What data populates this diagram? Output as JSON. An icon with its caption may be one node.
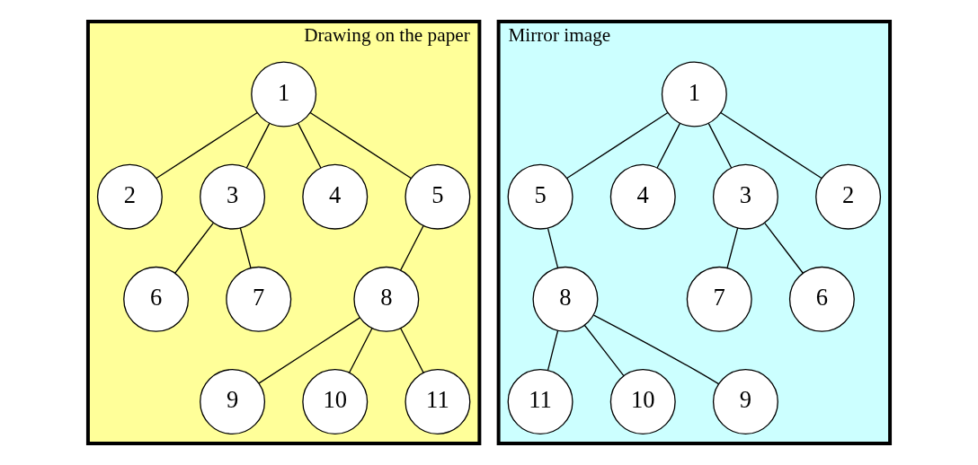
{
  "diagram": {
    "nodes": [
      {
        "text": [
          "Drawing on the paper"
        ]
      },
      {
        "text": [
          "1"
        ],
        "in": 0
      },
      {
        "text": [
          "2"
        ],
        "in": 0
      },
      {
        "text": [
          "3"
        ],
        "in": 0
      },
      {
        "text": [
          "4"
        ],
        "in": 0
      },
      {
        "text": [
          "5"
        ],
        "in": 0
      },
      {
        "text": [
          "6"
        ],
        "in": 0
      },
      {
        "text": [
          "7"
        ],
        "in": 0
      },
      {
        "text": [
          "8"
        ],
        "in": 0
      },
      {
        "text": [
          "9"
        ],
        "in": 0
      },
      {
        "text": [
          "10"
        ],
        "in": 0
      },
      {
        "text": [
          "11"
        ],
        "in": 0
      },
      {
        "text": [
          "Mirror image"
        ]
      },
      {
        "text": [
          "1"
        ],
        "in": 12
      },
      {
        "text": [
          "5"
        ],
        "in": 12
      },
      {
        "text": [
          "4"
        ],
        "in": 12
      },
      {
        "text": [
          "3"
        ],
        "in": 12
      },
      {
        "text": [
          "2"
        ],
        "in": 12
      },
      {
        "text": [
          "8"
        ],
        "in": 12
      },
      {
        "text": [
          "7"
        ],
        "in": 12
      },
      {
        "text": [
          "6"
        ],
        "in": 12
      },
      {
        "text": [
          "11"
        ],
        "in": 12
      },
      {
        "text": [
          "10"
        ],
        "in": 12
      },
      {
        "text": [
          "9"
        ],
        "in": 12
      }
    ],
    "edges": [
      {
        "from": 1,
        "to": 2,
        "arrow": "none"
      },
      {
        "from": 1,
        "to": 3,
        "arrow": "none"
      },
      {
        "from": 1,
        "to": 4,
        "arrow": "none"
      },
      {
        "from": 1,
        "to": 5,
        "arrow": "none"
      },
      {
        "from": 3,
        "to": 6,
        "arrow": "none"
      },
      {
        "from": 3,
        "to": 7,
        "arrow": "none"
      },
      {
        "from": 5,
        "to": 8,
        "arrow": "none"
      },
      {
        "from": 8,
        "to": 9,
        "arrow": "none"
      },
      {
        "from": 8,
        "to": 10,
        "arrow": "none"
      },
      {
        "from": 8,
        "to": 11,
        "arrow": "none"
      },
      {
        "from": 13,
        "to": 14,
        "arrow": "none"
      },
      {
        "from": 13,
        "to": 15,
        "arrow": "none"
      },
      {
        "from": 13,
        "to": 16,
        "arrow": "none"
      },
      {
        "from": 13,
        "to": 17,
        "arrow": "none"
      },
      {
        "from": 14,
        "to": 18,
        "arrow": "none"
      },
      {
        "from": 16,
        "to": 19,
        "arrow": "none"
      },
      {
        "from": 16,
        "to": 20,
        "arrow": "none"
      },
      {
        "from": 18,
        "to": 21,
        "arrow": "none"
      },
      {
        "from": 18,
        "to": 22,
        "arrow": "none"
      },
      {
        "from": 18,
        "to": 23,
        "arrow": "none"
      }
    ]
  }
}
